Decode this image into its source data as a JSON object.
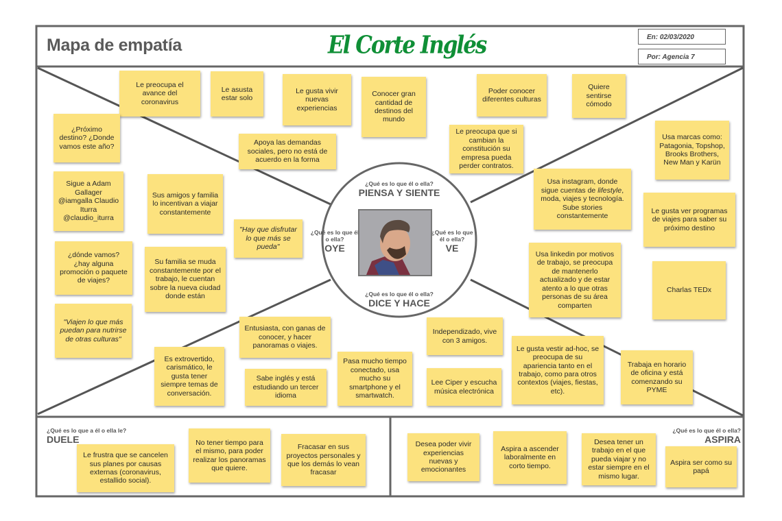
{
  "header": {
    "title": "Mapa de empatía",
    "logo_text": "El Corte Inglés",
    "date_label": "En: 02/03/2020",
    "author_label": "Por: Agencia 7"
  },
  "colors": {
    "note": "#fce27e",
    "logo": "#0f8f36",
    "frame": "#555555"
  },
  "center": {
    "piensa": {
      "question": "¿Qué es lo que él o ella?",
      "label": "PIENSA Y SIENTE"
    },
    "oye": {
      "question": "¿Qué es lo que él o ella?",
      "label": "OYE"
    },
    "ve": {
      "question": "¿Qué es lo que él o ella?",
      "label": "VE"
    },
    "dice": {
      "question": "¿Qué es lo que él o ella?",
      "label": "DICE Y HACE"
    }
  },
  "duele": {
    "question": "¿Qué es lo que a él o ella le?",
    "label": "DUELE"
  },
  "aspira": {
    "question": "¿Qué es lo que él o ella?",
    "label": "ASPIRA"
  },
  "notes": [
    {
      "text": "Le preocupa el avance del coronavirus"
    },
    {
      "text": "Le asusta estar solo"
    },
    {
      "text": "Le gusta vivir nuevas experiencias"
    },
    {
      "text": "Conocer gran cantidad de destinos del mundo"
    },
    {
      "text": "Poder conocer diferentes culturas"
    },
    {
      "text": "Quiere sentirse cómodo"
    },
    {
      "text": "¿Próximo destino? ¿Donde vamos este año?"
    },
    {
      "text": "Apoya las demandas sociales, pero no está de acuerdo en la forma"
    },
    {
      "text": "Le preocupa que si cambian la constitución su empresa pueda perder contratos."
    },
    {
      "text": "Usa marcas como: Patagonia, Topshop, Brooks Brothers, New Man y Karün"
    },
    {
      "text": "Sigue a Adam Gallager @iamgalla Claudio Iturra @claudio_iturra"
    },
    {
      "text": "Sus amigos y familia lo incentivan a viajar constantemente"
    },
    {
      "text": "\"Hay que disfrutar lo que más se pueda\""
    },
    {
      "text_before": "Usa instagram, donde sigue cuentas de ",
      "text_italic": "lifestyle",
      "text_after": ", moda, viajes y tecnología. Sube stories constantemente"
    },
    {
      "text": "Le gusta ver programas de viajes para saber su próximo destino"
    },
    {
      "text": "¿dónde vamos? ¿hay alguna promoción o paquete de viajes?"
    },
    {
      "text": "Su familia se muda constantemente por el trabajo, le cuentan sobre la nueva ciudad donde están"
    },
    {
      "text": "Usa linkedin por motivos de trabajo, se preocupa de mantenerlo actualizado y de estar atento a lo que otras personas de su área comparten"
    },
    {
      "text": "Charlas TEDx"
    },
    {
      "text": "\"Viajen lo que más puedan para nutrirse de otras culturas\""
    },
    {
      "text": "Entusiasta, con ganas de conocer, y hacer panoramas o viajes."
    },
    {
      "text": "Independizado, vive con 3 amigos."
    },
    {
      "text": "Es extrovertido, carismático, le gusta tener siempre temas de conversación."
    },
    {
      "text": "Pasa mucho tiempo conectado, usa mucho su smartphone y el smartwatch."
    },
    {
      "text": "Le gusta vestir ad-hoc, se preocupa de su apariencia tanto en el trabajo, como para otros contextos (viajes, fiestas, etc)."
    },
    {
      "text": "Trabaja en horario de oficina y está comenzando su PYME"
    },
    {
      "text": "Sabe inglés y está estudiando un tercer idioma"
    },
    {
      "text": "Lee Ciper y escucha música electrónica"
    },
    {
      "text": "Le frustra que se cancelen sus planes por causas externas (coronavirus, estallido social)."
    },
    {
      "text": "No tener tiempo para el mismo, para poder realizar los panoramas que quiere."
    },
    {
      "text": "Fracasar en sus proyectos personales y que los demás lo vean fracasar"
    },
    {
      "text": "Desea poder vivir experiencias nuevas y emocionantes"
    },
    {
      "text": "Aspira a ascender laboralmente en corto tiempo."
    },
    {
      "text": "Desea  tener un trabajo en el que pueda viajar y no estar siempre en el mismo lugar."
    },
    {
      "text": "Aspira ser como su papá"
    }
  ]
}
